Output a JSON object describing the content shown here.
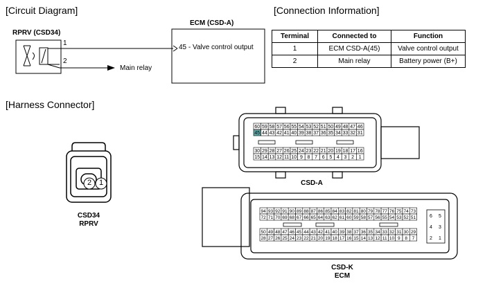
{
  "headers": {
    "circuit": "[Circuit Diagram]",
    "connection": "[Connection Information]",
    "harness": "[Harness Connector]"
  },
  "circuit": {
    "component_label": "RPRV (CSD34)",
    "ecm_label": "ECM (CSD-A)",
    "pin1": "1",
    "pin2": "2",
    "main_relay": "Main relay",
    "ecm_pin": "45 - Valve control output"
  },
  "table": {
    "columns": [
      "Terminal",
      "Connected to",
      "Function"
    ],
    "rows": [
      [
        "1",
        "ECM CSD-A(45)",
        "Valve control output"
      ],
      [
        "2",
        "Main relay",
        "Battery power (B+)"
      ]
    ]
  },
  "connectors": {
    "csd34": {
      "pin_left": "2",
      "pin_right": "1",
      "name": "CSD34",
      "sub": "RPRV"
    },
    "csd_a": {
      "name": "CSD-A",
      "row1": [
        "60",
        "59",
        "58",
        "57",
        "56",
        "55",
        "54",
        "53",
        "52",
        "51",
        "50",
        "49",
        "48",
        "47",
        "46"
      ],
      "row2": [
        "45",
        "44",
        "43",
        "42",
        "41",
        "40",
        "39",
        "38",
        "37",
        "36",
        "35",
        "34",
        "33",
        "32",
        "31"
      ],
      "row3": [
        "30",
        "29",
        "28",
        "27",
        "26",
        "25",
        "24",
        "23",
        "22",
        "21",
        "20",
        "19",
        "18",
        "17",
        "16"
      ],
      "row4": [
        "15",
        "14",
        "13",
        "12",
        "11",
        "10",
        "9",
        "8",
        "7",
        "6",
        "5",
        "4",
        "3",
        "2",
        "1"
      ],
      "highlight": "45",
      "highlight_color": "#5fa8a8"
    },
    "csd_k": {
      "name": "CSD-K",
      "sub": "ECM",
      "row1": [
        "94",
        "93",
        "92",
        "91",
        "90",
        "89",
        "88",
        "87",
        "86",
        "85",
        "84",
        "83",
        "82",
        "81",
        "80",
        "79",
        "78",
        "77",
        "76",
        "75",
        "74",
        "73"
      ],
      "row2": [
        "72",
        "71",
        "70",
        "69",
        "68",
        "67",
        "66",
        "65",
        "64",
        "63",
        "62",
        "61",
        "60",
        "59",
        "58",
        "57",
        "56",
        "55",
        "54",
        "53",
        "52",
        "51"
      ],
      "row3": [
        "50",
        "49",
        "48",
        "47",
        "46",
        "45",
        "44",
        "43",
        "42",
        "41",
        "40",
        "39",
        "38",
        "37",
        "36",
        "35",
        "34",
        "33",
        "32",
        "31",
        "30",
        "29"
      ],
      "row4": [
        "28",
        "27",
        "26",
        "25",
        "24",
        "23",
        "22",
        "21",
        "20",
        "19",
        "18",
        "17",
        "16",
        "15",
        "14",
        "13",
        "12",
        "11",
        "10",
        "9",
        "8",
        "7"
      ],
      "side": [
        [
          "6",
          "5"
        ],
        [
          "4",
          "3"
        ],
        [
          "2",
          "1"
        ]
      ]
    }
  }
}
